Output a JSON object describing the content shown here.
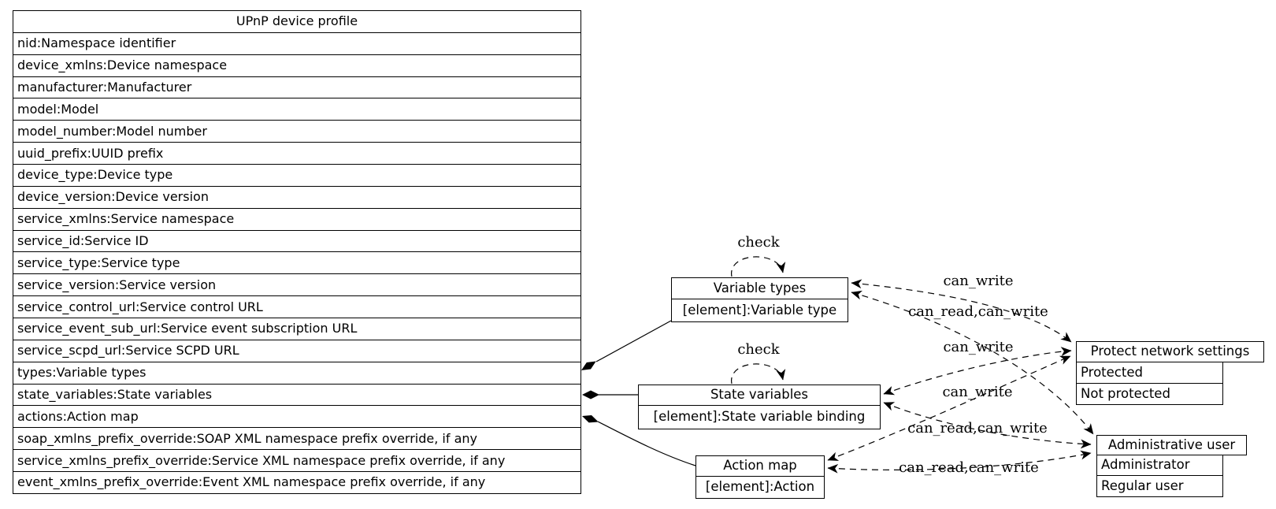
{
  "diagram_title": "UPnP device profile",
  "colors": {
    "background": "#ffffff",
    "line": "#000000",
    "text": "#000000"
  },
  "table": {
    "title": "UPnP device profile",
    "rows": [
      "nid:Namespace identifier",
      "device_xmlns:Device namespace",
      "manufacturer:Manufacturer",
      "model:Model",
      "model_number:Model number",
      "uuid_prefix:UUID prefix",
      "device_type:Device type",
      "device_version:Device version",
      "service_xmlns:Service namespace",
      "service_id:Service ID",
      "service_type:Service type",
      "service_version:Service version",
      "service_control_url:Service control URL",
      "service_event_sub_url:Service event subscription URL",
      "service_scpd_url:Service SCPD URL",
      "types:Variable types",
      "state_variables:State variables",
      "actions:Action map",
      "soap_xmlns_prefix_override:SOAP XML namespace prefix override, if any",
      "service_xmlns_prefix_override:Service XML namespace prefix override, if any",
      "event_xmlns_prefix_override:Event XML namespace prefix override, if any"
    ]
  },
  "nodes": {
    "variable_types": {
      "title": "Variable types",
      "rows": [
        "[element]:Variable type"
      ]
    },
    "state_variables": {
      "title": "State variables",
      "rows": [
        "[element]:State variable binding"
      ]
    },
    "action_map": {
      "title": "Action map",
      "rows": [
        "[element]:Action"
      ]
    },
    "protect_network_settings": {
      "title": "Protect network settings",
      "rows": [
        "Protected",
        "Not protected"
      ]
    },
    "administrative_user": {
      "title": "Administrative user",
      "rows": [
        "Administrator",
        "Regular user"
      ]
    }
  },
  "edge_labels": {
    "check": "check",
    "can_write": "can_write",
    "can_read_can_write": "can_read,can_write"
  }
}
